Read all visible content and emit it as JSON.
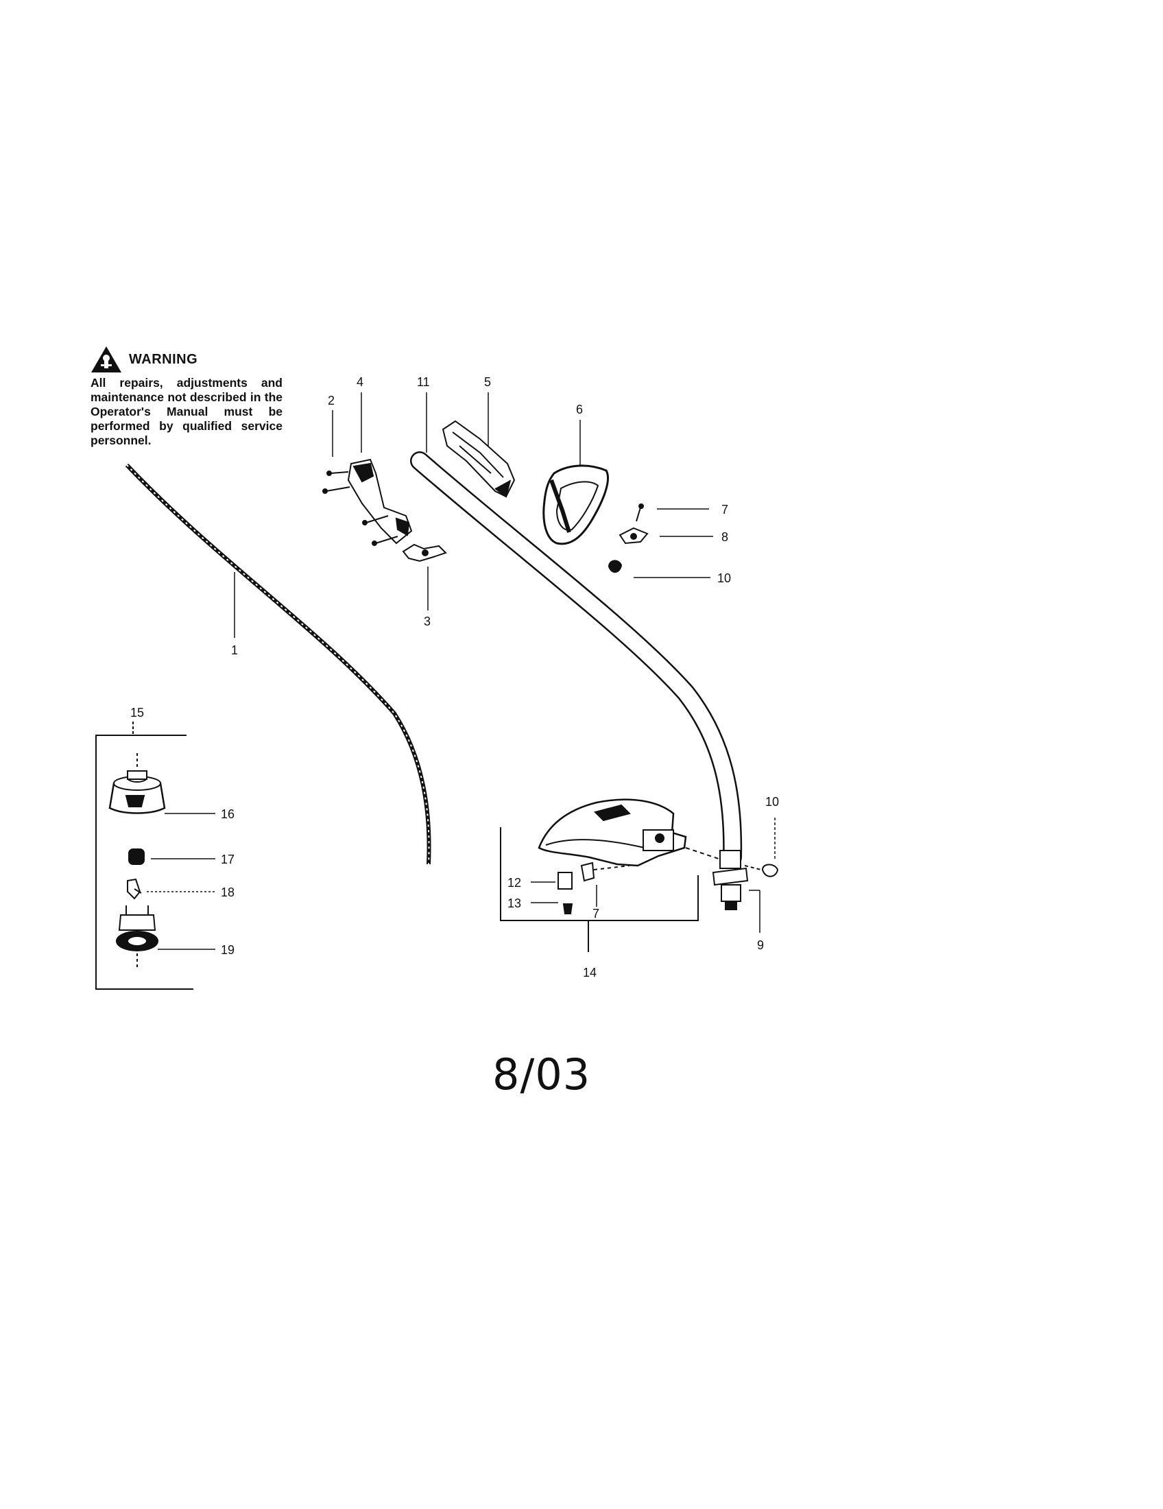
{
  "warning": {
    "title": "WARNING",
    "text": "All repairs, adjustments and maintenance not described in the Operator's Manual must be performed by qualified service personnel.",
    "icon": "warning-triangle-icon"
  },
  "date_code": "8/03",
  "part_labels": [
    "1",
    "2",
    "3",
    "4",
    "5",
    "6",
    "7",
    "8",
    "10",
    "11",
    "15",
    "16",
    "17",
    "18",
    "19",
    "10",
    "12",
    "13",
    "7",
    "14",
    "9"
  ]
}
